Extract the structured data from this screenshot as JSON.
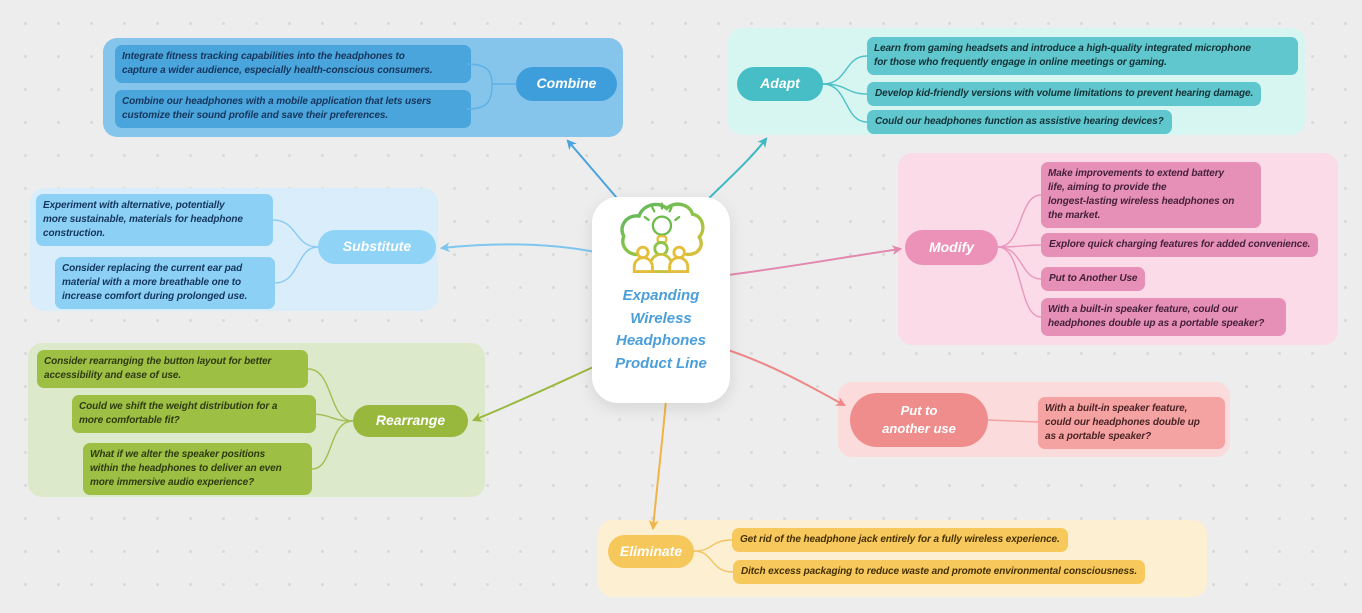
{
  "app": {
    "background_color": "#EDEDED",
    "dot_color": "#D9D9D9"
  },
  "center": {
    "title": "Expanding\nWireless\nHeadphones\nProduct Line",
    "title_color": "#4A9FDB",
    "icon": "cloud-lightbulb-team-brainstorm-icon"
  },
  "branches": [
    {
      "id": "combine",
      "label": "Combine",
      "node_color": "#3E9EDB",
      "container_color": "#85C5EC",
      "item_color": "#4BA5DD",
      "line_color": "#4AA3DD",
      "items": [
        "Integrate fitness tracking capabilities into the headphones to\ncapture a wider audience, especially health-conscious consumers.",
        "Combine our headphones with a mobile application that lets users\ncustomize their sound profile and save their preferences."
      ]
    },
    {
      "id": "adapt",
      "label": "Adapt",
      "node_color": "#47BDC6",
      "container_color": "#D7F5F1",
      "item_color": "#5FC7CD",
      "line_color": "#3EB9C4",
      "items": [
        "Learn from gaming headsets and introduce a high-quality integrated microphone\nfor those who frequently engage in online meetings or gaming.",
        "Develop kid-friendly versions with volume limitations to prevent hearing damage.",
        "Could our headphones function as assistive hearing devices?"
      ]
    },
    {
      "id": "substitute",
      "label": "Substitute",
      "node_color": "#8FD3F7",
      "container_color": "#D9EDFB",
      "item_color": "#8DD0F6",
      "line_color": "#7FC6EF",
      "items": [
        "Experiment with alternative, potentially\nmore sustainable, materials for headphone\nconstruction.",
        "Consider replacing the current ear pad\nmaterial with a more breathable one to\nincrease comfort during prolonged use."
      ]
    },
    {
      "id": "modify",
      "label": "Modify",
      "node_color": "#EC92B9",
      "container_color": "#FBDBE8",
      "item_color": "#E690B8",
      "line_color": "#E288AE",
      "items": [
        "Make improvements to extend battery\nlife, aiming to provide the\nlongest-lasting wireless headphones on\nthe market.",
        "Explore quick charging features for added convenience.",
        "Put to Another Use",
        "With a built-in speaker feature, could our\nheadphones double up as a portable speaker?"
      ]
    },
    {
      "id": "rearrange",
      "label": "Rearrange",
      "node_color": "#97B83D",
      "container_color": "#DCE9CB",
      "item_color": "#9CBF44",
      "line_color": "#9AB83F",
      "items": [
        "Consider rearranging the button layout for better\naccessibility and ease of use.",
        "Could we shift the weight distribution for a\nmore comfortable fit?",
        "What if we alter the speaker positions\nwithin the headphones to deliver an even\nmore immersive audio experience?"
      ]
    },
    {
      "id": "put_to_another_use",
      "label": "Put to\nanother use",
      "node_color": "#EF8C8C",
      "container_color": "#FBDBDB",
      "item_color": "#F5A2A2",
      "line_color": "#EE8888",
      "items": [
        "With a built-in speaker feature,\ncould our headphones double up\nas a portable speaker?"
      ]
    },
    {
      "id": "eliminate",
      "label": "Eliminate",
      "node_color": "#F6C75B",
      "container_color": "#FCEFD2",
      "item_color": "#F7C85C",
      "line_color": "#F0B446",
      "items": [
        "Get rid of the headphone jack entirely for a fully wireless experience.",
        "Ditch excess packaging to reduce waste and promote environmental consciousness."
      ]
    }
  ]
}
